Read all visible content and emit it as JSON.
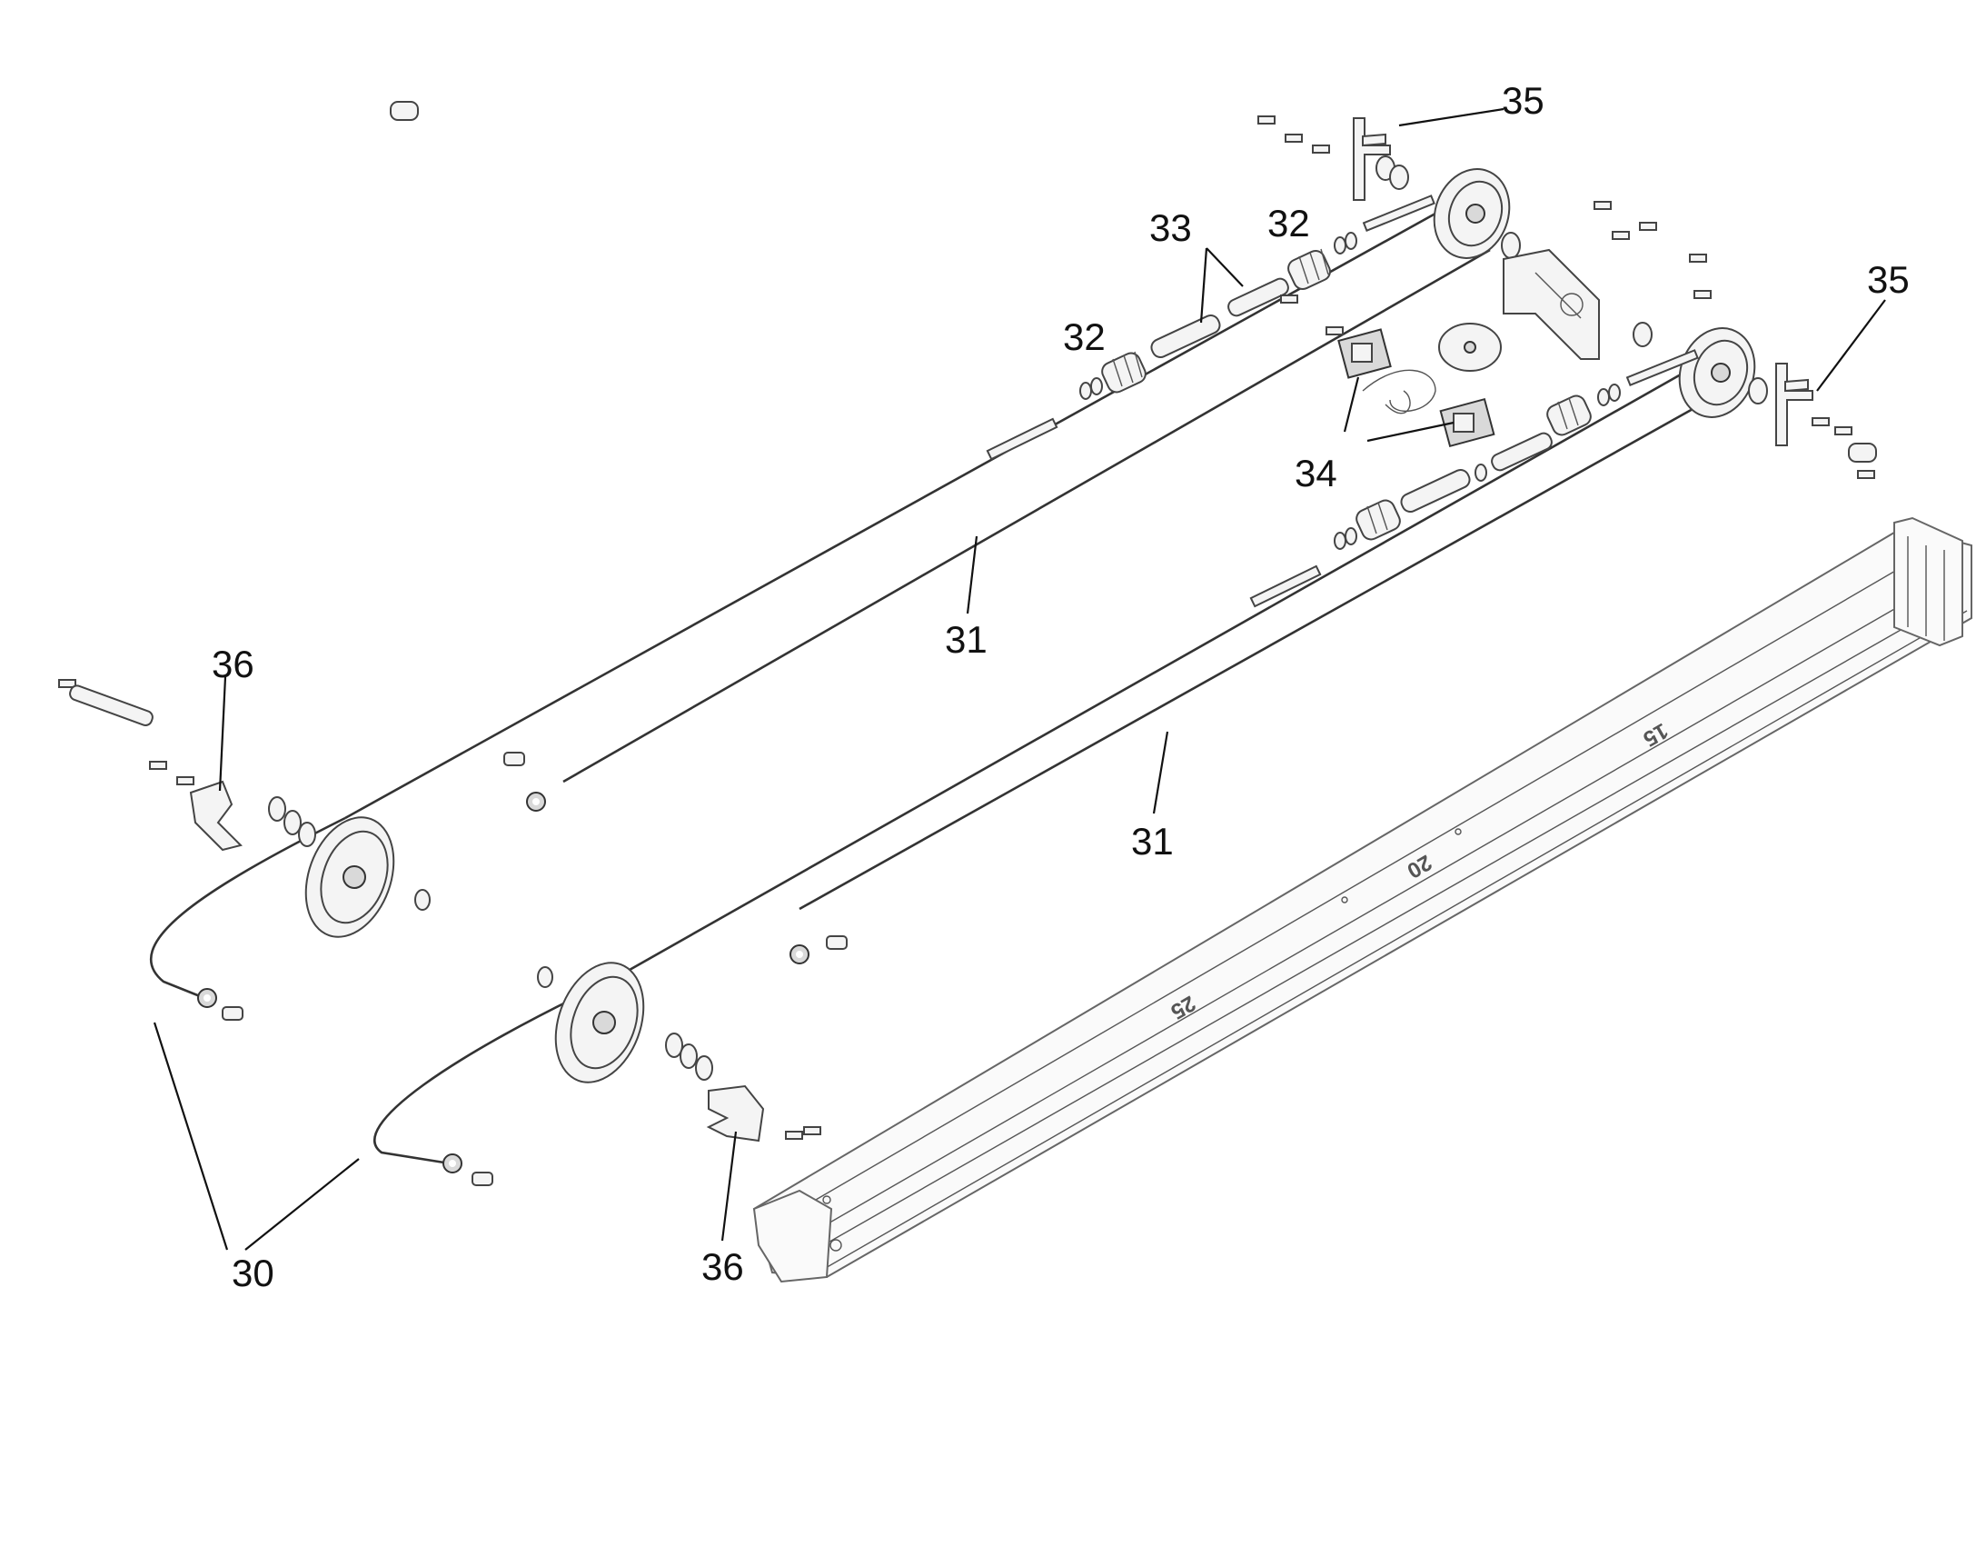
{
  "labels": {
    "l30": "30",
    "l31a": "31",
    "l31b": "31",
    "l32a": "32",
    "l32b": "32",
    "l33": "33",
    "l34": "34",
    "l35a": "35",
    "l35b": "35",
    "l36a": "36",
    "l36b": "36"
  },
  "rail_marks": {
    "m15": "15",
    "m20": "20",
    "m25": "25"
  },
  "colors": {
    "line": "#333333",
    "background": "#ffffff"
  }
}
